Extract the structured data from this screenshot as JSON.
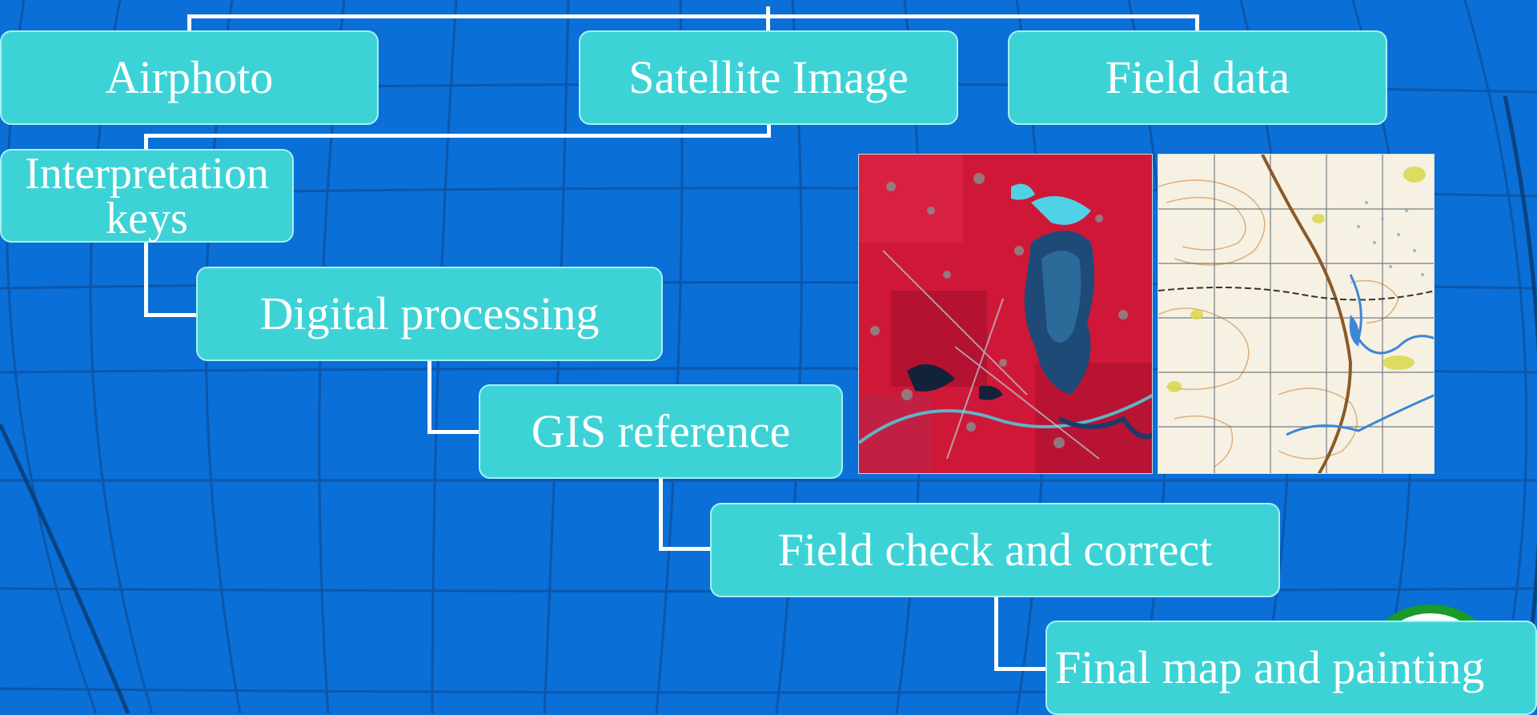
{
  "diagram": {
    "nodes": {
      "airphoto": "Airphoto",
      "satellite_image": "Satellite Image",
      "field_data": "Field data",
      "interpretation_keys": "Interpretation keys",
      "digital_processing": "Digital processing",
      "gis_reference": "GIS reference",
      "field_check": "Field check and correct",
      "final_map": "Final map and painting"
    },
    "edges": [
      [
        "airphoto",
        "satellite_image"
      ],
      [
        "satellite_image",
        "field_data"
      ],
      [
        "satellite_image",
        "interpretation_keys"
      ],
      [
        "interpretation_keys",
        "digital_processing"
      ],
      [
        "digital_processing",
        "gis_reference"
      ],
      [
        "gis_reference",
        "field_check"
      ],
      [
        "field_check",
        "final_map"
      ]
    ]
  },
  "images": {
    "satellite_scene": "false-color-satellite-image",
    "topographic_map": "topographic-map"
  },
  "colors": {
    "background": "#0a6fd6",
    "box_fill": "#3dd3d6",
    "box_border": "#a8f0f2",
    "connector": "#ffffff",
    "text": "#ffffff"
  }
}
